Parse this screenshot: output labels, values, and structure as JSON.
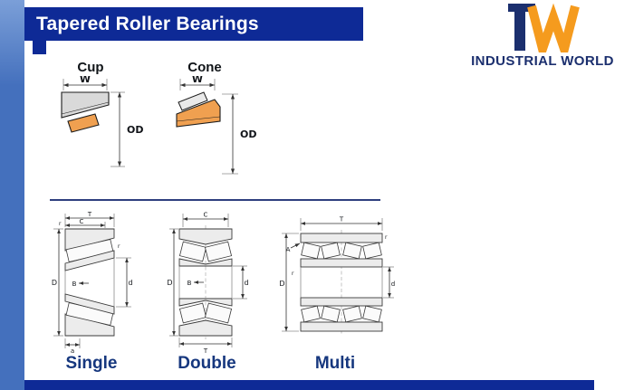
{
  "page": {
    "title": "Tapered Roller Bearings"
  },
  "logo": {
    "company": "INDUSTRIAL WORLD"
  },
  "figures": {
    "cup": {
      "title": "Cup",
      "w": "W",
      "od": "OD"
    },
    "cone": {
      "title": "Cone",
      "w": "W",
      "od": "OD"
    }
  },
  "bearings": {
    "single": {
      "label": "Single",
      "t": "T",
      "c": "C",
      "b": "B",
      "d_outer": "D",
      "d_bore": "d",
      "a": "a",
      "r1": "r",
      "r2": "r"
    },
    "double": {
      "label": "Double",
      "c": "C",
      "b": "B",
      "t": "T",
      "d_outer": "D",
      "d_bore": "d"
    },
    "multi": {
      "label": "Multi",
      "t": "T",
      "a": "A",
      "d_outer": "D",
      "d_bore": "d",
      "r1": "r",
      "r2": "r"
    }
  },
  "colors": {
    "navy": "#0e2a96",
    "strip": "#4470bd",
    "orange": "#f0a050",
    "logo_orange": "#f59b1e",
    "logo_navy": "#1b2f6e",
    "label_navy": "#16377e"
  }
}
